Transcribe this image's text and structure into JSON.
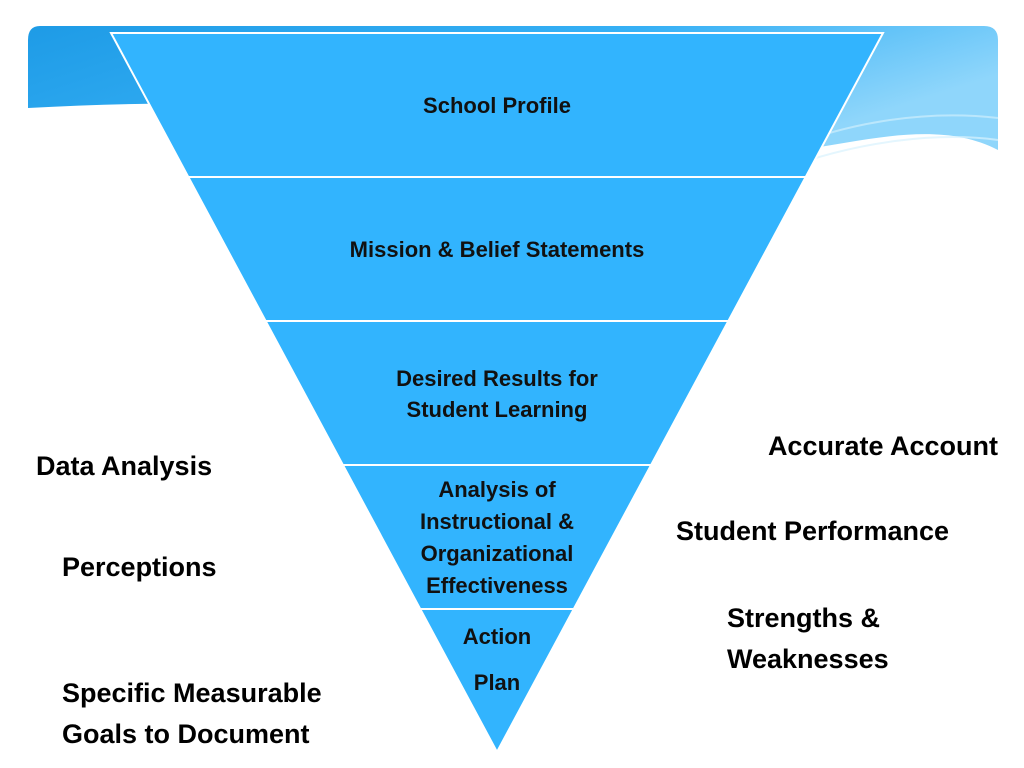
{
  "colors": {
    "funnel_fill": "#32b4fe",
    "band_start": "#1e9be6",
    "band_end": "#7fd0fa",
    "divider": "#ffffff",
    "text": "#111111"
  },
  "funnel": {
    "levels": [
      {
        "lines": [
          "School Profile"
        ]
      },
      {
        "lines": [
          "Mission & Belief Statements"
        ]
      },
      {
        "lines": [
          "Desired Results for",
          "Student Learning"
        ]
      },
      {
        "lines": [
          "Analysis of",
          "Instructional &",
          "Organizational",
          "Effectiveness"
        ]
      },
      {
        "lines": [
          "Action",
          "Plan"
        ]
      }
    ]
  },
  "left_labels": {
    "data_analysis": "Data Analysis",
    "perceptions": "Perceptions",
    "goals_line1": "Specific Measurable",
    "goals_line2": "Goals to Document"
  },
  "right_labels": {
    "accurate_account": "Accurate Account",
    "student_performance": "Student Performance",
    "strengths_line1": "Strengths &",
    "strengths_line2": "Weaknesses"
  }
}
